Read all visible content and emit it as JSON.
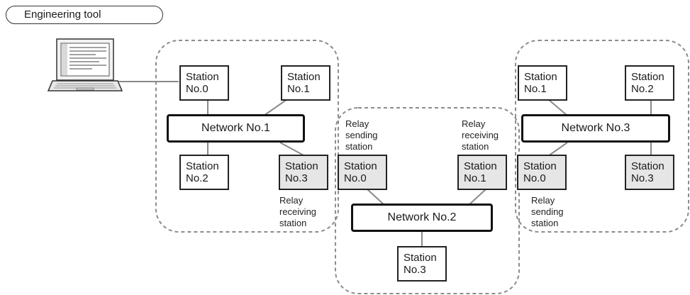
{
  "badge": {
    "label": "Engineering tool"
  },
  "networks": {
    "n1": "Network No.1",
    "n2": "Network No.2",
    "n3": "Network No.3"
  },
  "stations": {
    "n1_s0": {
      "line1": "Station",
      "line2": "No.0"
    },
    "n1_s1": {
      "line1": "Station",
      "line2": "No.1"
    },
    "n1_s2": {
      "line1": "Station",
      "line2": "No.2"
    },
    "n1_s3": {
      "line1": "Station",
      "line2": "No.3"
    },
    "n2_s0": {
      "line1": "Station",
      "line2": "No.0"
    },
    "n2_s1": {
      "line1": "Station",
      "line2": "No.1"
    },
    "n2_s3": {
      "line1": "Station",
      "line2": "No.3"
    },
    "n3_s1": {
      "line1": "Station",
      "line2": "No.1"
    },
    "n3_s2": {
      "line1": "Station",
      "line2": "No.2"
    },
    "n3_s0": {
      "line1": "Station",
      "line2": "No.0"
    },
    "n3_s3": {
      "line1": "Station",
      "line2": "No.3"
    }
  },
  "labels": {
    "relay_sending_left": [
      "Relay",
      "sending",
      "station"
    ],
    "relay_receiving_top": [
      "Relay",
      "receiving",
      "station"
    ],
    "relay_receiving_bottom": [
      "Relay",
      "receiving",
      "station"
    ],
    "relay_sending_right": [
      "Relay",
      "sending",
      "station"
    ]
  },
  "colors": {
    "relay_station_fill": "#e6e6e6",
    "dashed_group": "#8c8c8c",
    "connector": "#8a8a8a"
  },
  "icons": {
    "pc": "laptop-icon"
  }
}
